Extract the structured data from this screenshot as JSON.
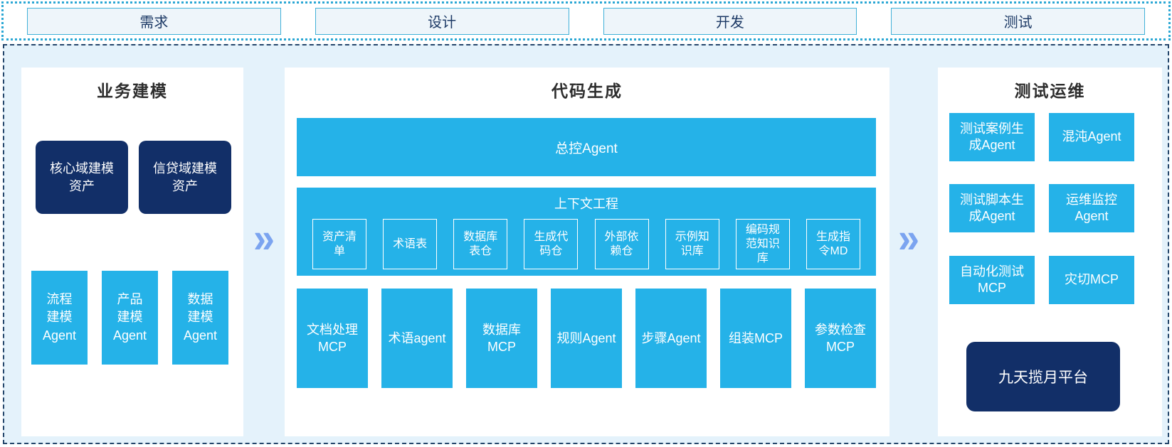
{
  "phases": [
    {
      "label": "需求"
    },
    {
      "label": "设计"
    },
    {
      "label": "开发"
    },
    {
      "label": "测试"
    }
  ],
  "business_modeling": {
    "title": "业务建模",
    "assets": [
      {
        "label": "核心域建模\n资产"
      },
      {
        "label": "信贷域建模\n资产"
      }
    ],
    "agents": [
      {
        "label": "流程\n建模\nAgent"
      },
      {
        "label": "产品\n建模\nAgent"
      },
      {
        "label": "数据\n建模\nAgent"
      }
    ]
  },
  "code_generation": {
    "title": "代码生成",
    "master_agent": "总控Agent",
    "context_engineering": {
      "title": "上下文工程",
      "items": [
        {
          "label": "资产清\n单"
        },
        {
          "label": "术语表"
        },
        {
          "label": "数据库\n表仓"
        },
        {
          "label": "生成代\n码仓"
        },
        {
          "label": "外部依\n赖仓"
        },
        {
          "label": "示例知\n识库"
        },
        {
          "label": "编码规\n范知识\n库"
        },
        {
          "label": "生成指\n令MD"
        }
      ]
    },
    "tools": [
      {
        "label": "文档处理\nMCP"
      },
      {
        "label": "术语agent"
      },
      {
        "label": "数据库\nMCP"
      },
      {
        "label": "规则Agent"
      },
      {
        "label": "步骤Agent"
      },
      {
        "label": "组装MCP"
      },
      {
        "label": "参数检查\nMCP"
      }
    ]
  },
  "test_ops": {
    "title": "测试运维",
    "boxes": [
      {
        "label": "测试案例生\n成Agent"
      },
      {
        "label": "混沌Agent"
      },
      {
        "label": "测试脚本生\n成Agent"
      },
      {
        "label": "运维监控\nAgent"
      },
      {
        "label": "自动化测试\nMCP"
      },
      {
        "label": "灾切MCP"
      }
    ],
    "platform": "九天揽月平台"
  },
  "arrows": {
    "glyph": "»"
  },
  "colors": {
    "cyan": "#25b2e8",
    "navy": "#122f68",
    "canvas_bg": "#e4f2fb",
    "dashed_border": "#24466b",
    "dotted_border": "#2aa7d4",
    "phase_box_bg": "#eef5fa",
    "phase_box_border": "#41b1d8",
    "phase_text": "#1d3a66",
    "chevron": "#7ba4f0",
    "title_text": "#2d2d2d"
  }
}
